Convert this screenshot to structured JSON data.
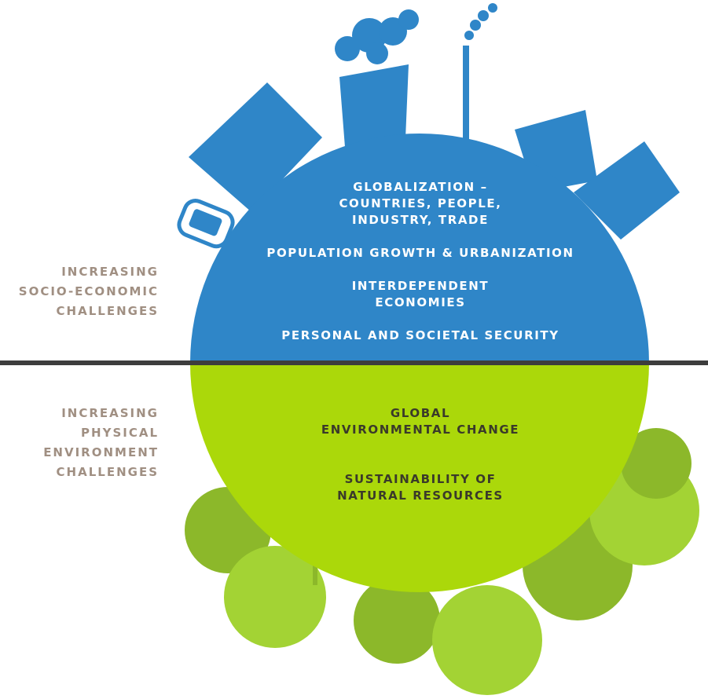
{
  "colors": {
    "blue": "#2f86c8",
    "green": "#abd80a",
    "tree_light": "#a3d334",
    "tree_dark": "#8cb82a",
    "divider": "#3d3d3d",
    "side_text": "#a08f82"
  },
  "left_labels": {
    "socio_economic": [
      "INCREASING",
      "SOCIO-ECONOMIC",
      "CHALLENGES"
    ],
    "physical": [
      "INCREASING",
      "PHYSICAL",
      "ENVIRONMENT",
      "CHALLENGES"
    ]
  },
  "globe_top": {
    "items": [
      [
        "GLOBALIZATION –",
        "COUNTRIES, PEOPLE,",
        "INDUSTRY, TRADE"
      ],
      [
        "POPULATION GROWTH & URBANIZATION"
      ],
      [
        "INTERDEPENDENT",
        "ECONOMIES"
      ],
      [
        "PERSONAL AND SOCIETAL SECURITY"
      ]
    ]
  },
  "globe_bottom": {
    "items": [
      [
        "GLOBAL",
        "ENVIRONMENTAL CHANGE"
      ],
      [
        "SUSTAINABILITY OF",
        "NATURAL RESOURCES"
      ]
    ]
  },
  "icons": [
    "cloud-icon",
    "smoke-icon",
    "building-icon",
    "factory-icon",
    "chimney-icon",
    "car-icon",
    "tree-icon"
  ]
}
